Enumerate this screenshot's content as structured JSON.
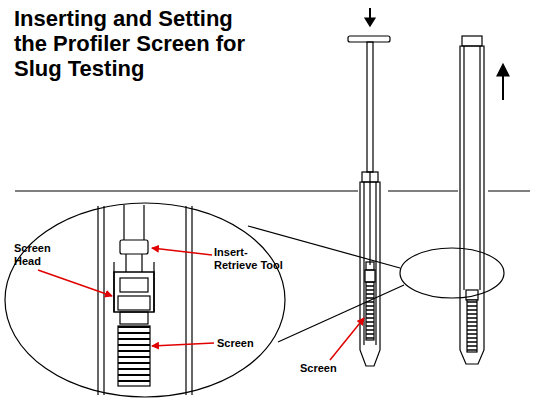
{
  "diagram": {
    "title": "Inserting and Setting the Profiler Screen for Slug Testing",
    "labels": [
      "Screen Head",
      "Insert-Retrieve Tool",
      "Screen",
      "Screen"
    ]
  }
}
